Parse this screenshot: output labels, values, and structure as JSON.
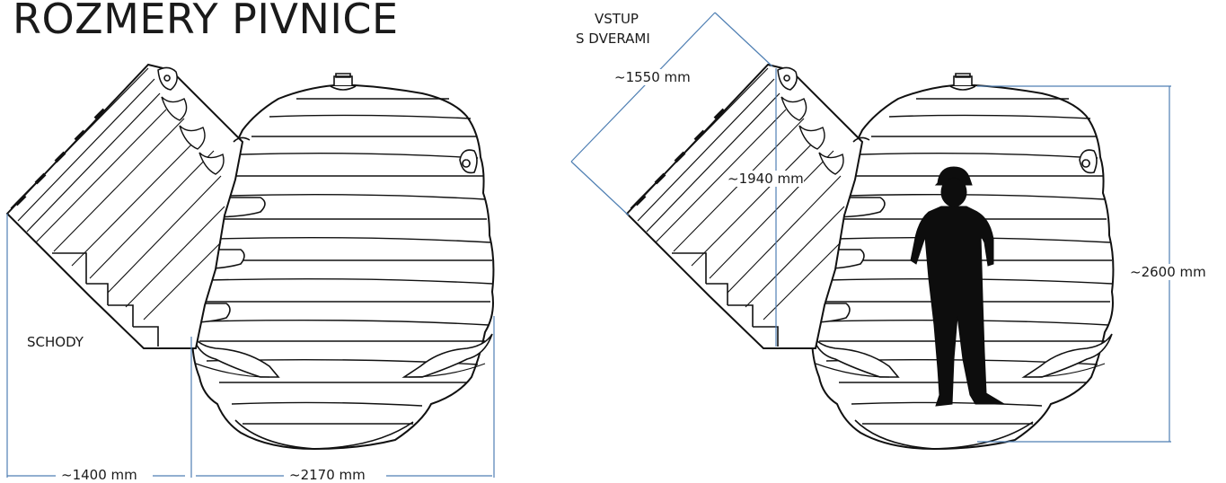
{
  "title": "ROZMERY PIVNICE",
  "labels": {
    "stairs": "SCHODY",
    "entrance_line1": "VSTUP",
    "entrance_line2": "S DVERAMI"
  },
  "dimensions": {
    "stairs_width": "~1400 mm",
    "cellar_width": "~2170 mm",
    "entrance_length": "~1550 mm",
    "entrance_height": "~1940 mm",
    "cellar_height": "~2600 mm"
  },
  "colors": {
    "outline": "#111111",
    "dimension_line": "#4f7fb3",
    "silhouette": "#0d0d0d"
  }
}
